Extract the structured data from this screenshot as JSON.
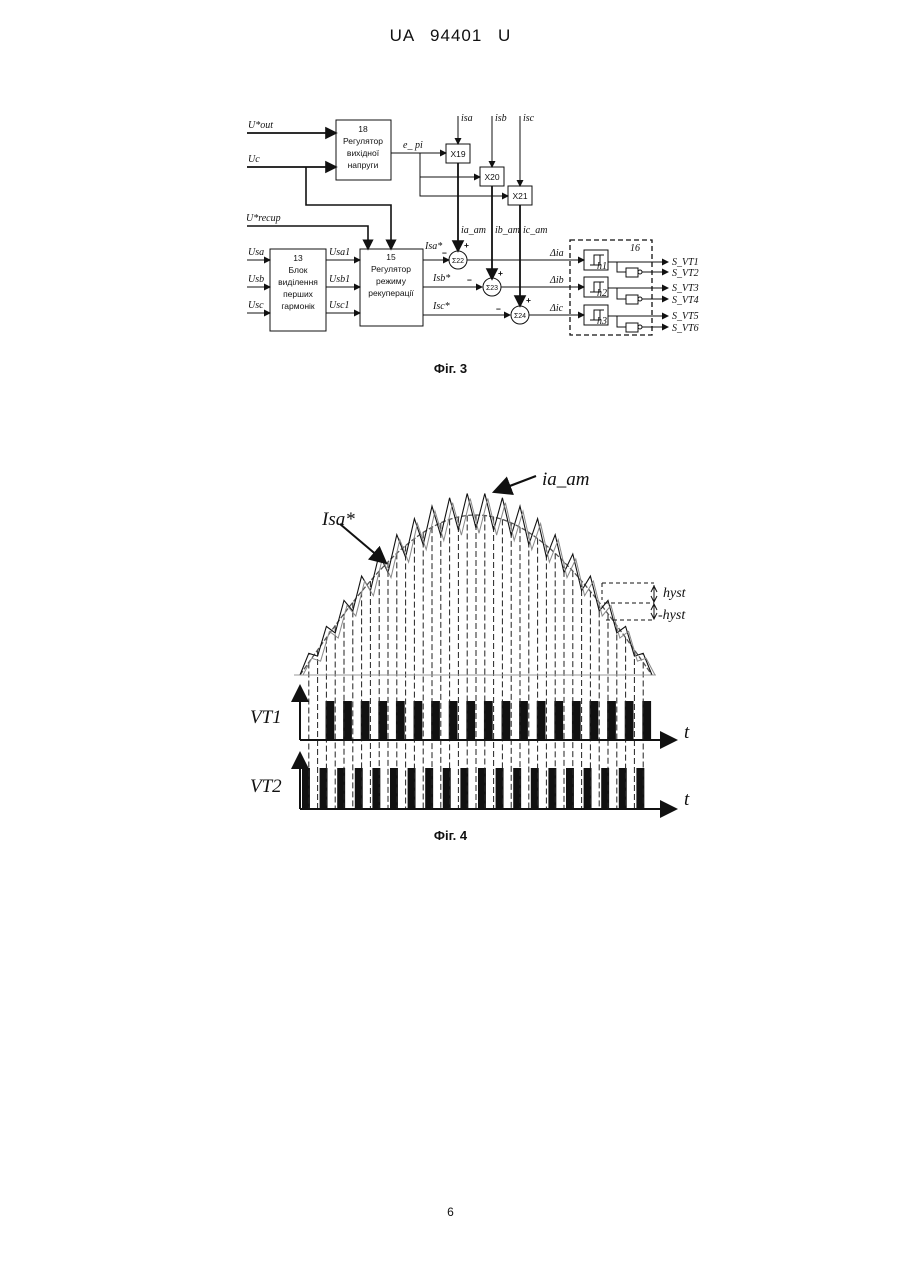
{
  "header": "UA 94401 U",
  "page_number": "6",
  "fig3": {
    "caption": "Фіг. 3",
    "inputs": [
      "U*out",
      "Uc",
      "U*recup",
      "Usa",
      "Usb",
      "Usc"
    ],
    "currents_in": [
      "isa",
      "isb",
      "isc"
    ],
    "block18": [
      "18",
      "Регулятор",
      "вихідної",
      "напруги"
    ],
    "block13": [
      "13",
      "Блок",
      "виділення",
      "перших",
      "гармонік"
    ],
    "block15": [
      "15",
      "Регулятор",
      "режиму",
      "рекуперації"
    ],
    "e_pi": "e_ pi",
    "mults": [
      "X19",
      "X20",
      "X21"
    ],
    "sums": [
      "Σ22",
      "Σ23",
      "Σ24"
    ],
    "mid_labels": [
      "Usa1",
      "Usb1",
      "Usc1"
    ],
    "ref_labels": [
      "Isa*",
      "Isb*",
      "Isc*"
    ],
    "amp_labels": [
      "ia_am",
      "ib_am",
      "ic_am"
    ],
    "delta_labels": [
      "Δia",
      "Δib",
      "Δic"
    ],
    "hyst_labels": [
      "h1",
      "h2",
      "h3"
    ],
    "block16": "16",
    "outputs": [
      "S_VT1",
      "S_VT2",
      "S_VT3",
      "S_VT4",
      "S_VT5",
      "S_VT6"
    ]
  },
  "fig4": {
    "caption": "Фіг. 4",
    "label_ref": "Isa*",
    "label_am": "ia_am",
    "hyst_plus": "hyst",
    "hyst_minus": "-hyst",
    "vt1": "VT1",
    "vt2": "VT2",
    "t": "t"
  }
}
